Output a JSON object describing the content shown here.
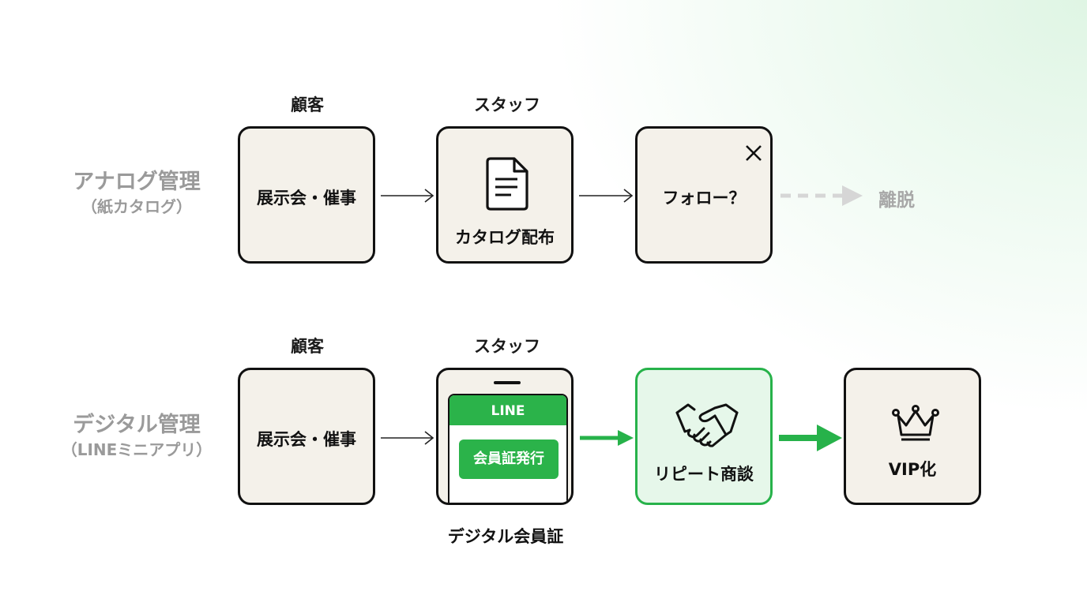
{
  "analog": {
    "label_main": "アナログ管理",
    "label_sub": "（紙カタログ）",
    "col1_head": "顧客",
    "col2_head": "スタッフ",
    "box1": "展示会・催事",
    "box2": "カタログ配布",
    "box3": "フォロー？",
    "churn": "離脱"
  },
  "digital": {
    "label_main": "デジタル管理",
    "label_sub": "（LINEミニアプリ）",
    "col1_head": "顧客",
    "col2_head": "スタッフ",
    "box1": "展示会・催事",
    "phone_header": "LINE",
    "phone_button": "会員証発行",
    "phone_caption": "デジタル会員証",
    "box3": "リピート商談",
    "box4": "VIP化"
  },
  "colors": {
    "accent_green": "#27b24a",
    "muted_gray": "#a8a8a8",
    "box_fill": "#f4f1ea"
  },
  "icons": [
    "document-icon",
    "close-icon",
    "handshake-icon",
    "crown-icon"
  ]
}
